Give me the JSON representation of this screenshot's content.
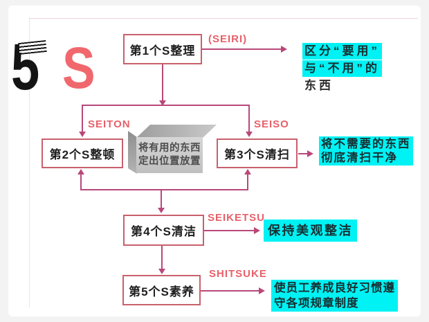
{
  "logo": {
    "number": "5",
    "letter": "S"
  },
  "nodes": {
    "s1": {
      "label": "第1个S整理"
    },
    "s2": {
      "label": "第2个S整顿"
    },
    "s3": {
      "label": "第3个S清扫"
    },
    "s4": {
      "label": "第4个S清洁"
    },
    "s5": {
      "label": "第5个S素养"
    }
  },
  "tags": {
    "seiri": "(SEIRI)",
    "seiton": "SEITON",
    "seiso": "SEISO",
    "seiketsu": "SEIKETSU",
    "shitsuke": "SHITSUKE"
  },
  "center_box": {
    "line1": "将有用的东西",
    "line2": "定出位置放置"
  },
  "results": {
    "seiri": {
      "line1": "区分“要用”",
      "line2": "与“不用”的",
      "line3": "东西"
    },
    "seiso": {
      "line1": "将不需要的东西",
      "line2": "彻底清扫干净"
    },
    "seiketsu": {
      "line1": "保持美观整洁"
    },
    "shitsuke": {
      "line1": "使员工养成良好习惯遵",
      "line2": "守各项规章制度"
    }
  },
  "colors": {
    "cyan": "#00f2f4",
    "line": "#b8487a",
    "label": "#e7606a",
    "box_border": "#c8606c",
    "logo_s": "#f0686e"
  }
}
